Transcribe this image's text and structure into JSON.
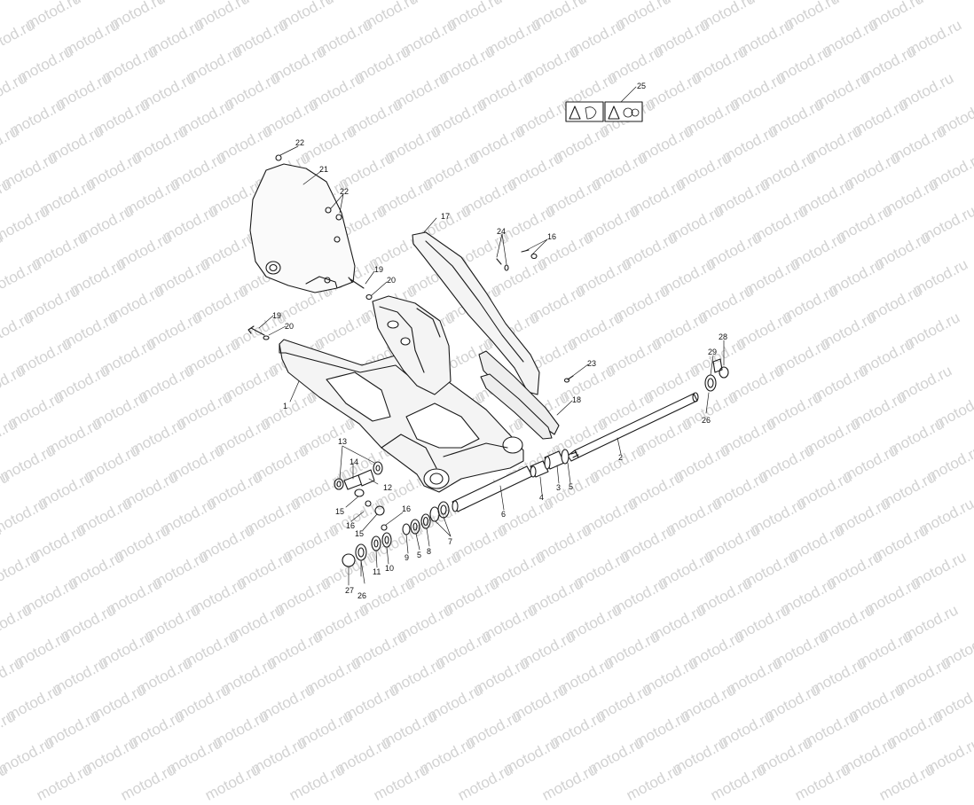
{
  "watermark": "motod.ru",
  "callouts": {
    "c1": "1",
    "c2": "2",
    "c3": "3",
    "c4": "4",
    "c5a": "5",
    "c5b": "5",
    "c6": "6",
    "c7": "7",
    "c8": "8",
    "c9": "9",
    "c10": "10",
    "c11": "11",
    "c12": "12",
    "c13": "13",
    "c14": "14",
    "c15a": "15",
    "c15b": "15",
    "c16a": "16",
    "c16b": "16",
    "c16c": "16",
    "c17": "17",
    "c18": "18",
    "c19a": "19",
    "c19b": "19",
    "c20a": "20",
    "c20b": "20",
    "c21": "21",
    "c22a": "22",
    "c22b": "22",
    "c23": "23",
    "c24": "24",
    "c25": "25",
    "c26a": "26",
    "c26b": "26",
    "c27": "27",
    "c28": "28",
    "c29": "29"
  },
  "colors": {
    "line": "#1a1a1a",
    "watermark": "#d2d2d2",
    "background": "#ffffff"
  },
  "icons": [
    "warning-manual-icon",
    "warning-chain-icon"
  ]
}
